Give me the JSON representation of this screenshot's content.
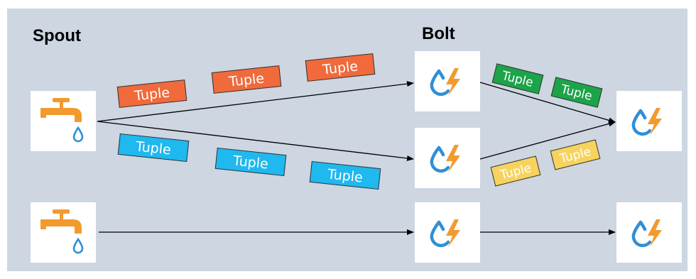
{
  "headings": {
    "spout": "Spout",
    "bolt": "Bolt"
  },
  "tuple_label": "Tuple",
  "colors": {
    "background": "#cdd6e1",
    "tuple_red": "#f06a3b",
    "tuple_blue": "#1fb8ef",
    "tuple_green": "#1da34a",
    "tuple_yellow": "#f7d35e",
    "tap_orange": "#f29a2e",
    "water_blue": "#2f8fd6",
    "bolt_orange": "#f29a2e"
  },
  "nodes": {
    "spouts": [
      {
        "icon": "water-tap-icon"
      },
      {
        "icon": "water-tap-icon"
      }
    ],
    "bolts": [
      {
        "icon": "bolt-icon"
      },
      {
        "icon": "bolt-icon"
      },
      {
        "icon": "bolt-icon"
      },
      {
        "icon": "bolt-icon"
      },
      {
        "icon": "bolt-icon"
      }
    ]
  },
  "tuples": {
    "red": [
      "Tuple",
      "Tuple",
      "Tuple"
    ],
    "blue": [
      "Tuple",
      "Tuple",
      "Tuple"
    ],
    "green": [
      "Tuple",
      "Tuple"
    ],
    "yellow": [
      "Tuple",
      "Tuple"
    ]
  }
}
